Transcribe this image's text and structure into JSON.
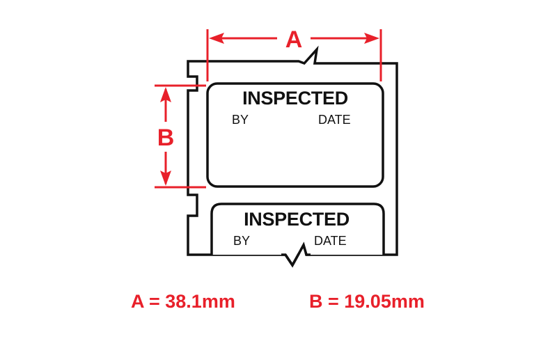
{
  "diagram": {
    "dimension_labels": {
      "a": "A",
      "b": "B"
    },
    "labels": [
      {
        "title": "INSPECTED",
        "field_left": "BY",
        "field_right": "DATE"
      },
      {
        "title": "INSPECTED",
        "field_left": "BY",
        "field_right": "DATE"
      }
    ],
    "notes": {
      "a": "A = 38.1mm",
      "b": "B = 19.05mm"
    },
    "colors": {
      "dimension": "#e8202a",
      "outline": "#111111",
      "background": "#ffffff"
    }
  }
}
